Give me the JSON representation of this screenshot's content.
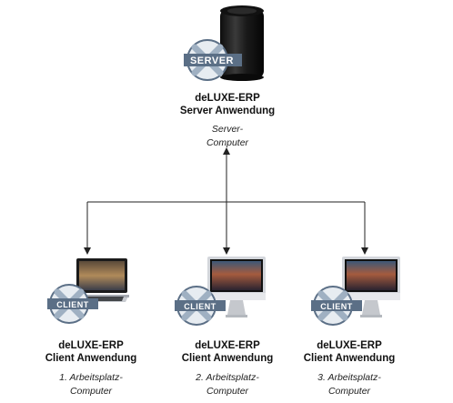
{
  "server": {
    "name": "deLUXE-ERP",
    "role": "Server Anwendung",
    "location_line1": "Server-",
    "location_line2": "Computer",
    "badge_label": "SERVER",
    "badge_icon": "x-logo-icon"
  },
  "clients": [
    {
      "name": "deLUXE-ERP",
      "role": "Client Anwendung",
      "location_line1": "1. Arbeitsplatz-",
      "location_line2": "Computer",
      "device": "laptop-icon",
      "badge_label": "CLIENT"
    },
    {
      "name": "deLUXE-ERP",
      "role": "Client Anwendung",
      "location_line1": "2. Arbeitsplatz-",
      "location_line2": "Computer",
      "device": "imac-icon",
      "badge_label": "CLIENT"
    },
    {
      "name": "deLUXE-ERP",
      "role": "Client Anwendung",
      "location_line1": "3. Arbeitsplatz-",
      "location_line2": "Computer",
      "device": "imac-icon",
      "badge_label": "CLIENT"
    }
  ],
  "colors": {
    "line": "#222222",
    "badge_ring": "#5b6f86",
    "badge_fill": "#e7ecf1",
    "badge_x": "#9fb0c2"
  }
}
